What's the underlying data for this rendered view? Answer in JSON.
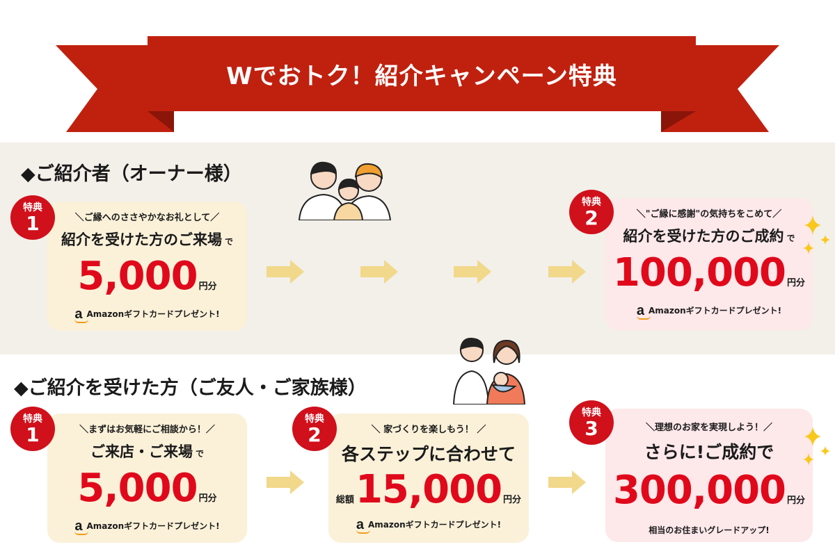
{
  "title": "Wでおトク！紹介キャンペーン特典",
  "colors": {
    "ribbon": "#c0210f",
    "badge": "#d0101b",
    "amount": "#e0091b",
    "cream": "#fbf1d9",
    "pink": "#fde8ea",
    "arrow": "#f1d88a"
  },
  "owner": {
    "heading": "◆ご紹介者（オーナー様）",
    "benefits": [
      {
        "badge_label": "特典",
        "badge_num": "1",
        "sub": "＼ご縁へのささやかなお礼として／",
        "main": "紹介を受けた方のご来場",
        "main_suffix": "で",
        "amount": "5,000",
        "unit": "円分",
        "gift": "Amazonギフトカードプレゼント!"
      },
      {
        "badge_label": "特典",
        "badge_num": "2",
        "sub": "＼\"ご縁に感謝\"の気持ちをこめて／",
        "main": "紹介を受けた方のご成約",
        "main_suffix": "で",
        "amount": "100,000",
        "unit": "円分",
        "gift": "Amazonギフトカードプレゼント!"
      }
    ]
  },
  "friend": {
    "heading": "◆ご紹介を受けた方（ご友人・ご家族様）",
    "benefits": [
      {
        "badge_label": "特典",
        "badge_num": "1",
        "sub": "＼まずはお気軽にご相談から！／",
        "main": "ご来店・ご来場",
        "main_suffix": "で",
        "amount": "5,000",
        "unit": "円分",
        "gift": "Amazonギフトカードプレゼント!"
      },
      {
        "badge_label": "特典",
        "badge_num": "2",
        "sub": "＼ 家づくりを楽しもう！ ／",
        "main": "各ステップに合わせて",
        "prefix": "総額",
        "amount": "15,000",
        "unit": "円分",
        "gift": "Amazonギフトカードプレゼント!"
      },
      {
        "badge_label": "特典",
        "badge_num": "3",
        "sub": "＼理想のお家を実現しよう！／",
        "main": "さらに!ご成約で",
        "amount": "300,000",
        "unit": "円分",
        "note": "相当のお住まいグレードアップ!"
      }
    ]
  },
  "amazon_logo": "a"
}
